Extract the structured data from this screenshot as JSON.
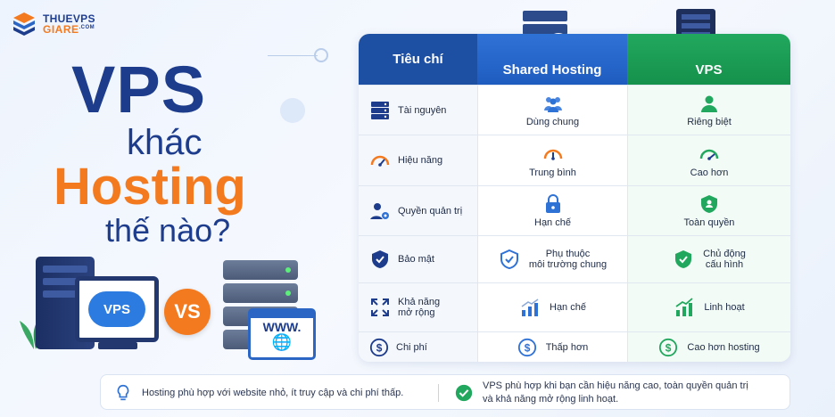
{
  "logo": {
    "line1": "THUEVPS",
    "line2": "GIARE",
    "suffix": ".COM"
  },
  "headline": {
    "l1": "VPS",
    "l2": "khác",
    "l3": "Hosting",
    "l4": "thế nào?"
  },
  "illustration": {
    "monitor_label": "VPS",
    "vs_label": "VS",
    "www_label": "WWW."
  },
  "table": {
    "headers": {
      "criteria": "Tiêu chí",
      "shared": "Shared Hosting",
      "vps": "VPS"
    },
    "rows": [
      {
        "criteria": "Tài nguyên",
        "shared": "Dùng chung",
        "vps": "Riêng biệt",
        "icon": "server-icon"
      },
      {
        "criteria": "Hiệu năng",
        "shared": "Trung bình",
        "vps": "Cao hơn",
        "icon": "gauge-icon"
      },
      {
        "criteria": "Quyền quản trị",
        "shared": "Hạn chế",
        "vps": "Toàn quyền",
        "icon": "admin-icon"
      },
      {
        "criteria": "Bảo mật",
        "shared_l1": "Phụ thuộc",
        "shared_l2": "môi trường chung",
        "vps_l1": "Chủ động",
        "vps_l2": "cấu hình",
        "icon": "shield-icon"
      },
      {
        "criteria_l1": "Khả năng",
        "criteria_l2": "mở rộng",
        "shared": "Hạn chế",
        "vps": "Linh hoạt",
        "icon": "expand-icon"
      },
      {
        "criteria": "Chi phí",
        "shared": "Thấp hơn",
        "vps": "Cao hơn hosting",
        "icon": "cost-icon"
      }
    ]
  },
  "footer": {
    "left": "Hosting phù hợp với website nhỏ, ít truy cập và chi phí thấp.",
    "right_l1": "VPS phù hợp khi bạn cần hiệu năng cao, toàn quyền quản trị",
    "right_l2": "và khả năng mở rộng linh hoạt."
  },
  "colors": {
    "navy": "#1d3c8c",
    "orange": "#f47a1f",
    "blue": "#2f72d6",
    "green": "#22a85e"
  }
}
